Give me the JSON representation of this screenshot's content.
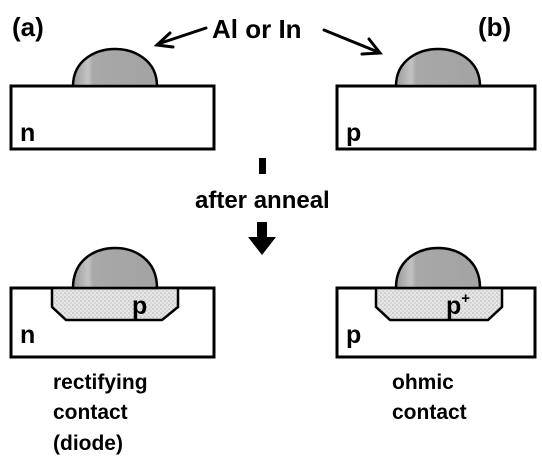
{
  "panels": {
    "a": {
      "label": "(a)",
      "substrate": "n"
    },
    "b": {
      "label": "(b)",
      "substrate": "p"
    }
  },
  "metal_label": "Al or In",
  "process_step": "after anneal",
  "results": {
    "left": {
      "region_label": "p",
      "substrate": "n",
      "caption_line1": "rectifying",
      "caption_line2": "contact",
      "caption_line3": "(diode)"
    },
    "right": {
      "region_label": "p",
      "region_superscript": "+",
      "substrate": "p",
      "caption_line1": "ohmic",
      "caption_line2": "contact"
    }
  },
  "colors": {
    "outline": "#000000",
    "metal_fill": "#a9a9a9",
    "metal_highlight": "#c8c8c8",
    "doped_region_fill": "#e3e3e3",
    "background": "#ffffff"
  }
}
